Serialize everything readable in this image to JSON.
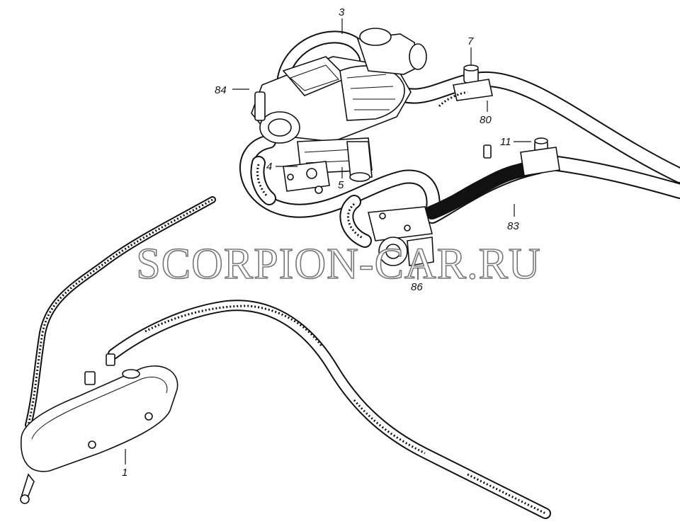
{
  "callouts": {
    "c1": "1",
    "c3": "3",
    "c4": "4",
    "c5": "5",
    "c7": "7",
    "c11": "11",
    "c80": "80",
    "c83": "83",
    "c84": "84",
    "c86": "86"
  },
  "watermark": "SCORPION-CAR.RU",
  "colors": {
    "line": "#111111",
    "background": "#ffffff",
    "watermark_outline": "#777777"
  }
}
